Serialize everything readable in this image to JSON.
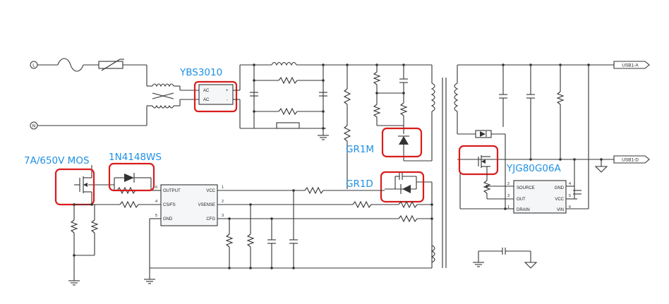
{
  "input_terminals": {
    "line": "L",
    "neutral": "N"
  },
  "output_ports": {
    "usb_a": "USB1-A",
    "usb_d": "USB1-D"
  },
  "labels": {
    "bridge": "YBS3010",
    "mosfet": "7A/650V MOS",
    "diode_small": "1N4148WS",
    "diode_gr1m": "GR1M",
    "diode_gr1d": "GR1D",
    "sync_ic": "YJG80G06A"
  },
  "bridge_pins": {
    "ac1": "AC",
    "ac2": "AC",
    "plus": "+",
    "minus": "-"
  },
  "controller_ic": {
    "left_pins": [
      {
        "name": "OUTPUT",
        "num": "6"
      },
      {
        "name": "CS/FS",
        "num": "4"
      },
      {
        "name": "GND",
        "num": "5"
      }
    ],
    "right_pins": [
      {
        "name": "VCC",
        "num": "1"
      },
      {
        "name": "VSENSE",
        "num": "2"
      },
      {
        "name": "CFG",
        "num": "3"
      }
    ]
  },
  "sync_rect_ic": {
    "left_pins": [
      {
        "name": "SOURCE",
        "num": "2"
      },
      {
        "name": "OUT",
        "num": "3"
      },
      {
        "name": "DRAIN",
        "num": "1"
      }
    ],
    "right_pins": [
      {
        "name": "GND",
        "num": "4"
      },
      {
        "name": "VCC",
        "num": "5"
      },
      {
        "name": "VIN",
        "num": "6"
      }
    ]
  },
  "colors": {
    "label": "#1e90e6",
    "highlight": "#d81d1d",
    "wire": "#333333"
  }
}
